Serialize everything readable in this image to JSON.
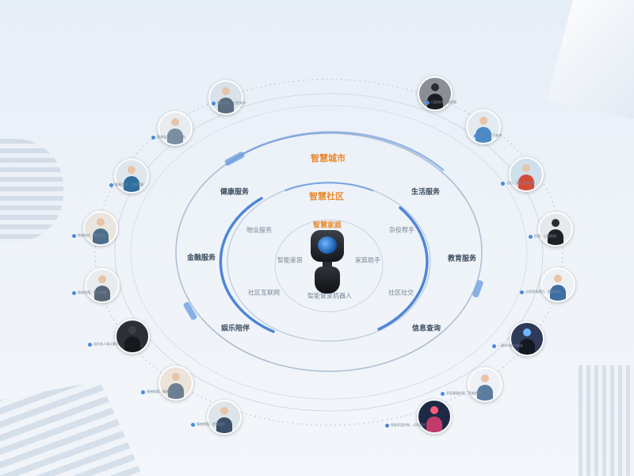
{
  "levels": {
    "outer": "智慧城市",
    "middle": "智慧社区",
    "inner": "智慧家庭"
  },
  "outer_services": [
    {
      "id": "health",
      "label": "健康服务"
    },
    {
      "id": "life",
      "label": "生活服务"
    },
    {
      "id": "finance",
      "label": "金融服务"
    },
    {
      "id": "education",
      "label": "教育服务"
    },
    {
      "id": "entertainment",
      "label": "娱乐陪伴"
    },
    {
      "id": "info",
      "label": "信息查询"
    }
  ],
  "inner_items": {
    "property": "物业服务",
    "errand": "杂役帮手",
    "smart_home": "智能家居",
    "home_helper": "家庭助手",
    "iot": "社区互联网",
    "social": "社区社交",
    "robot_name": "智能管家机器人"
  },
  "nodes": [
    {
      "caption": "情报查询、日程安排",
      "bg": "#d9e2ea",
      "fig": "#5a6c80"
    },
    {
      "caption": "健康监测、日常服务",
      "bg": "#e7ecf0",
      "fig": "#7b8fa3"
    },
    {
      "caption": "健康监测、检查提醒",
      "bg": "#dfe6ec",
      "fig": "#2f6f9e"
    },
    {
      "caption": "情感陪伴、健康养生",
      "bg": "#eae6df",
      "fig": "#4b6f8c"
    },
    {
      "caption": "情感慰藉、联系家属",
      "bg": "#e9ecef",
      "fig": "#556677"
    },
    {
      "caption": "陪伴老人聊天解闷",
      "bg": "#2c3036",
      "fig": "#15181c"
    },
    {
      "caption": "情感慰藉、健康养生",
      "bg": "#ece4da",
      "fig": "#6a7f92"
    },
    {
      "caption": "情感慰藉、提醒用药",
      "bg": "#dde4ea",
      "fig": "#3b5069"
    },
    {
      "caption": "日程安排智能提醒",
      "bg": "#8a8f96",
      "fig": "#1a1d21"
    },
    {
      "caption": "出行、天气查询",
      "bg": "#e4eaf0",
      "fig": "#4a89c8"
    },
    {
      "caption": "出行、获取交通信息",
      "bg": "#cfe0ec",
      "fig": "#d64a3a"
    },
    {
      "caption": "拍照、远程视频",
      "bg": "#e6e8eb",
      "fig": "#1e2226"
    },
    {
      "caption": "远程视频通话、智能终端",
      "bg": "#eef1f4",
      "fig": "#3d6fa3"
    },
    {
      "caption": "一键呼叫物业服务",
      "bg": "#2e3a58",
      "fig": "#141820"
    },
    {
      "caption": "家庭健康档案、智能提醒",
      "bg": "#eef2f6",
      "fig": "#5b7da0"
    },
    {
      "caption": "智能家居控制、远程操控",
      "bg": "#1d2a44",
      "fig": "#c23b6a"
    }
  ]
}
